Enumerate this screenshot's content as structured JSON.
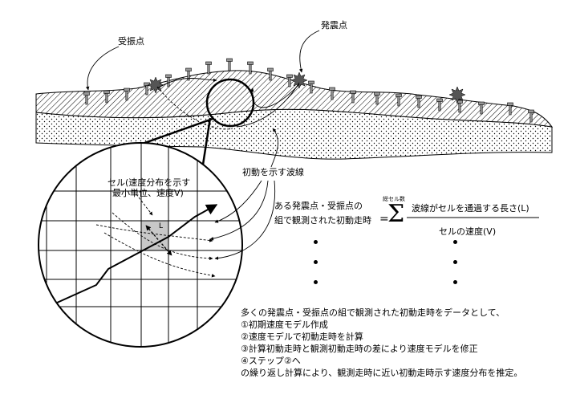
{
  "labels": {
    "receiver": "受振点",
    "source": "発震点",
    "wave": "初動を示す波線",
    "cell_line1": "セル(速度分布を示す",
    "cell_line2": "最小単位、速度V)",
    "cell_L": "L"
  },
  "equation": {
    "lhs_line1": "ある発震点・受振点の",
    "lhs_line2": "組で観測された初動走時",
    "equals": "=",
    "sum_upper": "総セル数",
    "sigma": "Σ",
    "numerator": "波線がセルを通過する長さ(L)",
    "denominator": "セルの速度(V)"
  },
  "procedure": {
    "intro": "多くの発震点・受振点の組で観測された初動走時をデータとして、",
    "steps": [
      "①初期速度モデル作成",
      "②速度モデルで初動走時を計算",
      "③計算初動走時と観測初動走時の差により速度モデルを修正",
      "④ステップ②へ"
    ],
    "outro": "の繰り返し計算により、観測走時に近い初動走時示す速度分布を推定。"
  }
}
